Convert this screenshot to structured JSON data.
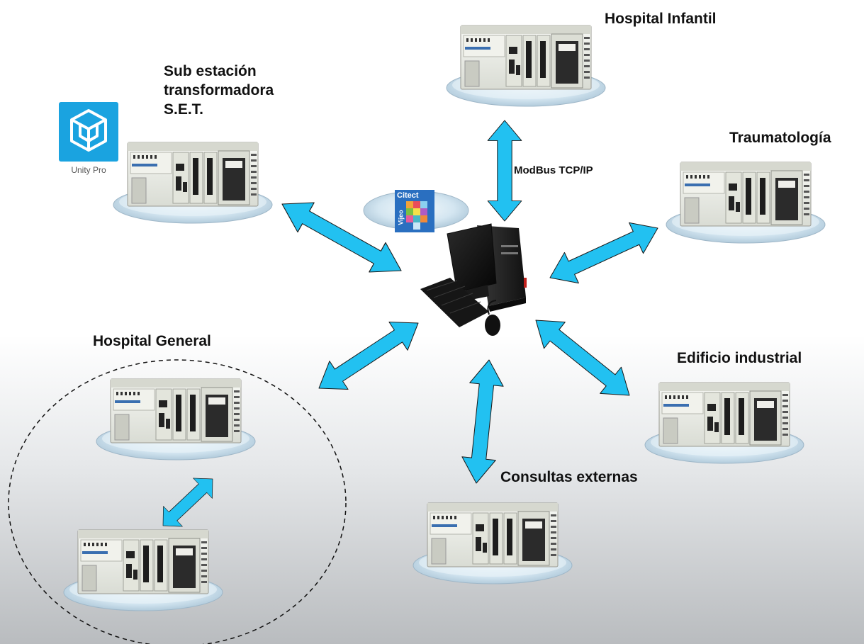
{
  "diagram": {
    "nodes": {
      "hospital_infantil": {
        "label": "Hospital Infantil"
      },
      "sub_estacion": {
        "lines": [
          "Sub estación",
          "transformadora",
          "S.E.T."
        ]
      },
      "traumatologia": {
        "label": "Traumatología"
      },
      "hospital_general": {
        "label": "Hospital General"
      },
      "edificio_industrial": {
        "label": "Edificio industrial"
      },
      "consultas_externas": {
        "label": "Consultas externas"
      }
    },
    "link_label": "ModBus TCP/IP",
    "software": {
      "unity_pro": "Unity Pro",
      "citect": "Citect",
      "vijeo": "Vijeo"
    },
    "colors": {
      "arrow_fill": "#22c1f1",
      "arrow_stroke": "#1a1a1a",
      "plc_body": "#eef0ec",
      "platform": "#d4e6f1",
      "unity_tile": "#1aa3e0",
      "background_bottom": "#b9bcbf"
    },
    "icons": [
      "plc-rack-icon",
      "computer-workstation-icon",
      "unity-pro-logo-icon",
      "citect-vijeo-logo-icon",
      "double-arrow-icon"
    ]
  }
}
